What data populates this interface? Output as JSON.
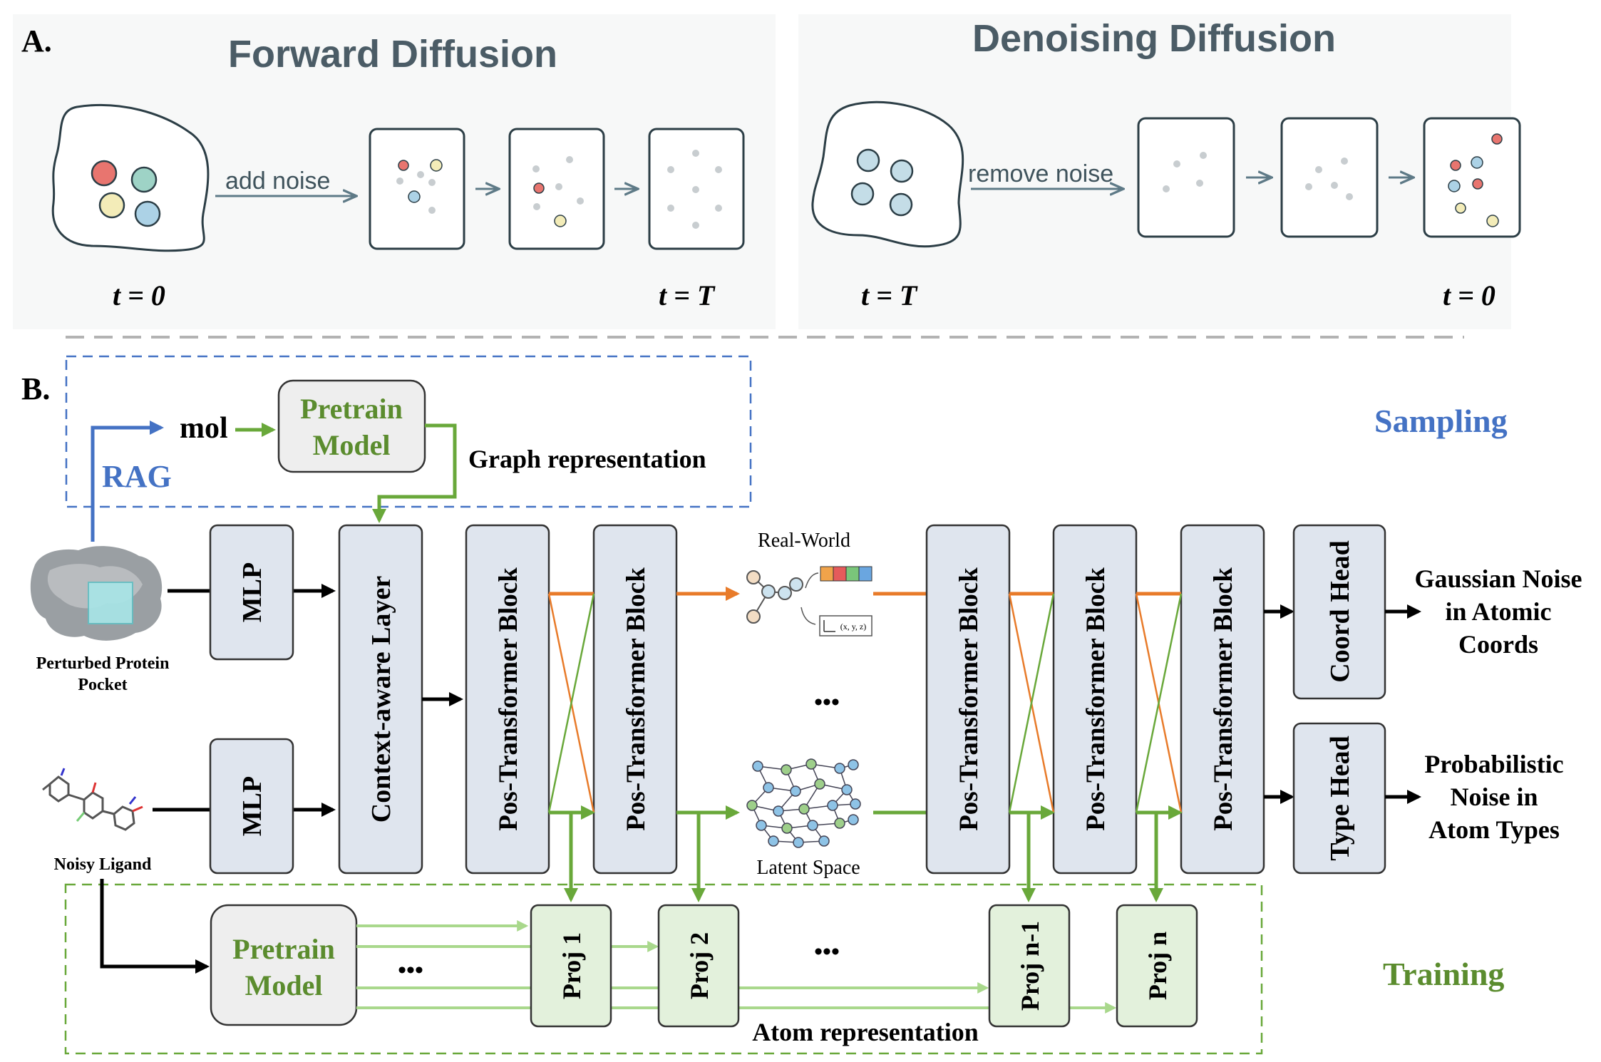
{
  "colors": {
    "block_fill": "#dfe5ee",
    "proj_fill": "#e3f1dc",
    "pretrain_fill": "#eeeeee",
    "green_text": "#5b8c2e",
    "green_line": "#69a83a",
    "light_green_line": "#a9d88c",
    "blue": "#4472c4",
    "orange": "#e87b2a",
    "panel_a_title": "#4b5c66"
  },
  "panel_a": {
    "label": "A.",
    "forward_title": "Forward Diffusion",
    "denoise_title": "Denoising Diffusion",
    "add_noise": "add noise",
    "remove_noise": "remove noise",
    "forward_t_start": "t = 0",
    "forward_t_end": "t = T",
    "denoise_t_start": "t = T",
    "denoise_t_end": "t = 0"
  },
  "panel_b": {
    "label": "B.",
    "rag": "RAG",
    "mol": "mol",
    "pretrain_top": [
      "Pretrain",
      "Model"
    ],
    "graph_representation": "Graph representation",
    "sampling": "Sampling",
    "training": "Training",
    "protein_label": [
      "Perturbed Protein",
      "Pocket"
    ],
    "ligand_label": "Noisy Ligand",
    "mlp": "MLP",
    "context_layer": "Context-aware Layer",
    "pos_transformer": "Pos-Transformer Block",
    "real_world": "Real-World",
    "latent_space": "Latent Space",
    "xyz": "(x, y, z)",
    "ellipsis": "•••",
    "coord_head": "Coord Head",
    "type_head": "Type Head",
    "output_coords": [
      "Gaussian Noise",
      "in Atomic",
      "Coords"
    ],
    "output_types": [
      "Probabilistic",
      "Noise in",
      "Atom Types"
    ],
    "pretrain_bottom": [
      "Pretrain",
      "Model"
    ],
    "proj": [
      "Proj 1",
      "Proj 2",
      "Proj n-1",
      "Proj n"
    ],
    "atom_representation": "Atom representation"
  }
}
